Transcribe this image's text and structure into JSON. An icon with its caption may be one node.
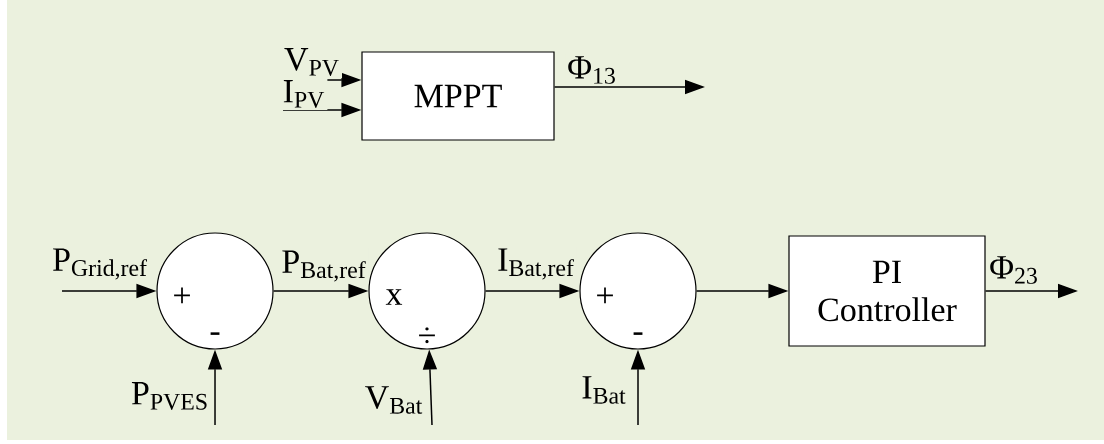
{
  "diagram": {
    "nodes": [
      {
        "text": [
          "MPPT"
        ]
      },
      {
        "text": [
          "+",
          "-"
        ]
      },
      {
        "text": [
          "x",
          "÷"
        ]
      },
      {
        "text": [
          "+",
          "-"
        ]
      },
      {
        "text": [
          "PI Controller"
        ]
      }
    ],
    "edges": [
      {
        "from": null,
        "to": 0,
        "arrow": "to",
        "label": "V$_{PV}$"
      },
      {
        "from": null,
        "to": 0,
        "arrow": "to",
        "label": "I$_{PV}$"
      },
      {
        "from": 0,
        "to": null,
        "arrow": "to",
        "label": "Φ$_{13}$"
      },
      {
        "from": null,
        "to": 1,
        "arrow": "to",
        "label": "P$_{Grid,ref}$"
      },
      {
        "from": null,
        "to": 1,
        "arrow": "to",
        "label": "P$_{PVES}$"
      },
      {
        "from": 1,
        "to": 2,
        "arrow": "to",
        "label": "P$_{Bat,ref}$"
      },
      {
        "from": null,
        "to": 2,
        "arrow": "to",
        "label": "V$_{Bat}$"
      },
      {
        "from": 2,
        "to": 3,
        "arrow": "to",
        "label": "I$_{Bat,ref}$"
      },
      {
        "from": null,
        "to": 3,
        "arrow": "to",
        "label": "I$_{Bat}$"
      },
      {
        "from": 3,
        "to": 4,
        "arrow": "to"
      },
      {
        "from": 4,
        "to": null,
        "arrow": "to",
        "label": "Φ$_{23}$"
      }
    ]
  }
}
